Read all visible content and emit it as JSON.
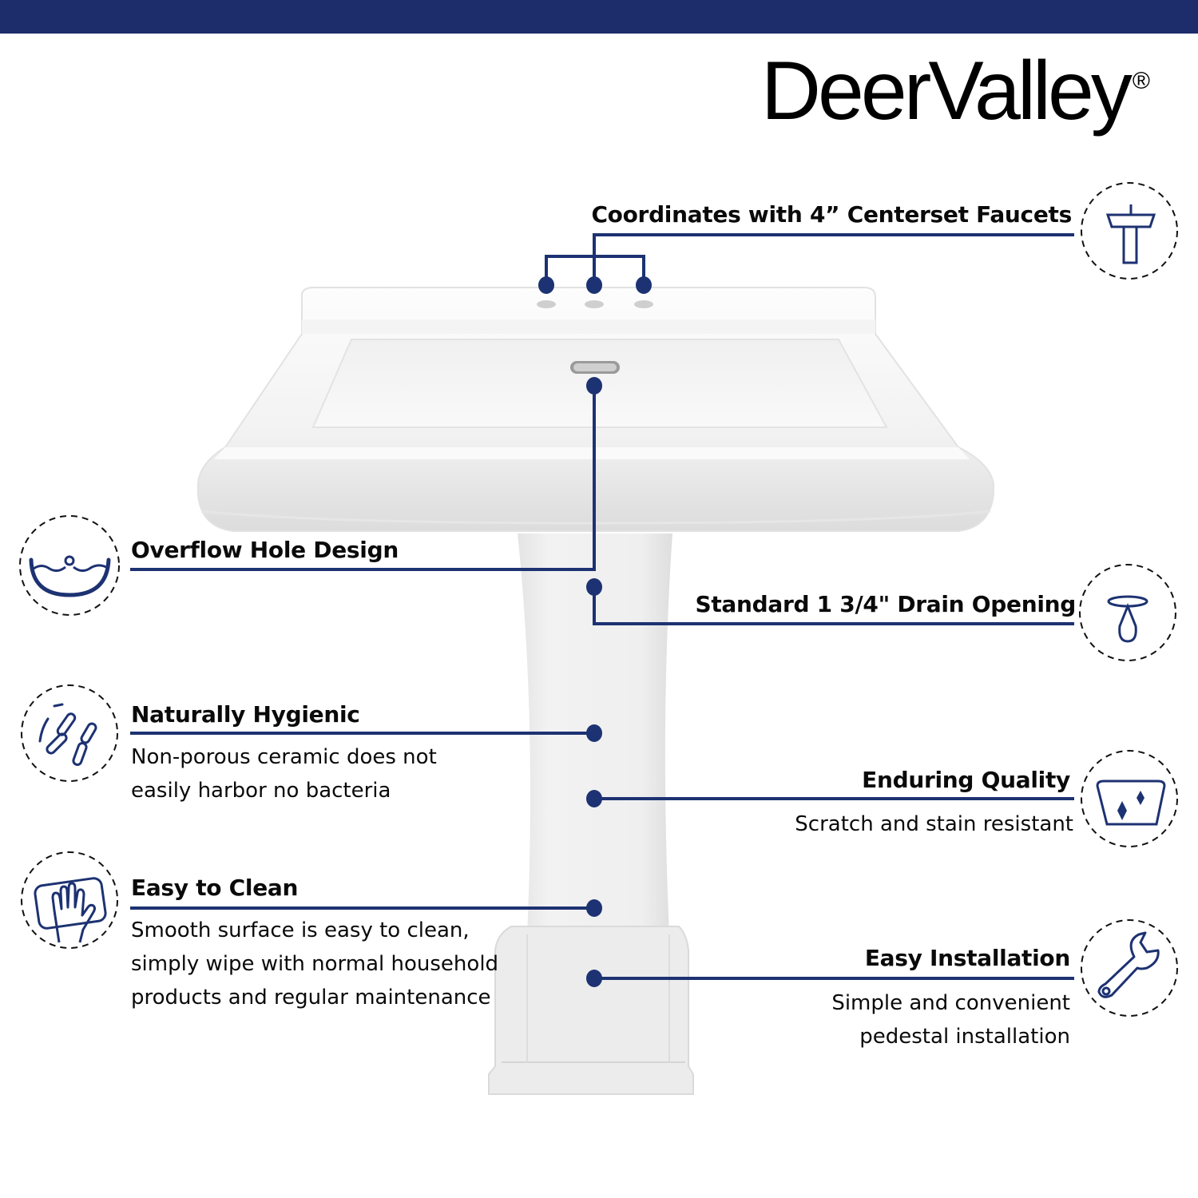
{
  "brand": {
    "name": "DeerValley",
    "registered_mark": "®",
    "topbar_color": "#1d2c6b",
    "accent_color": "#1d3272"
  },
  "product": {
    "type": "pedestal-sink",
    "description": "White ceramic pedestal bathroom sink with rectangular basin, 3 faucet holes and overflow hole"
  },
  "features": [
    {
      "id": "faucets",
      "title": "Coordinates with 4” Centerset Faucets",
      "description": "",
      "icon": "pedestal-sink-icon",
      "side": "right"
    },
    {
      "id": "overflow",
      "title": "Overflow Hole Design",
      "description": "",
      "icon": "basin-water-overflow-icon",
      "side": "left"
    },
    {
      "id": "drain",
      "title": "Standard 1 3/4\" Drain Opening",
      "description": "",
      "icon": "drain-drop-icon",
      "side": "right"
    },
    {
      "id": "hygienic",
      "title": "Naturally Hygienic",
      "description_lines": [
        "Non-porous ceramic does not",
        "easily harbor no bacteria"
      ],
      "icon": "bacteria-icon",
      "side": "left"
    },
    {
      "id": "quality",
      "title": "Enduring Quality",
      "description_lines": [
        "Scratch and stain resistant"
      ],
      "icon": "basin-sparkle-icon",
      "side": "right"
    },
    {
      "id": "clean",
      "title": "Easy to Clean",
      "description_lines": [
        "Smooth surface is easy to clean,",
        "simply wipe with normal household",
        "products and regular maintenance"
      ],
      "icon": "hand-wipe-icon",
      "side": "left"
    },
    {
      "id": "install",
      "title": "Easy Installation",
      "description_lines": [
        "Simple and convenient",
        "pedestal installation"
      ],
      "icon": "wrench-icon",
      "side": "right"
    }
  ]
}
